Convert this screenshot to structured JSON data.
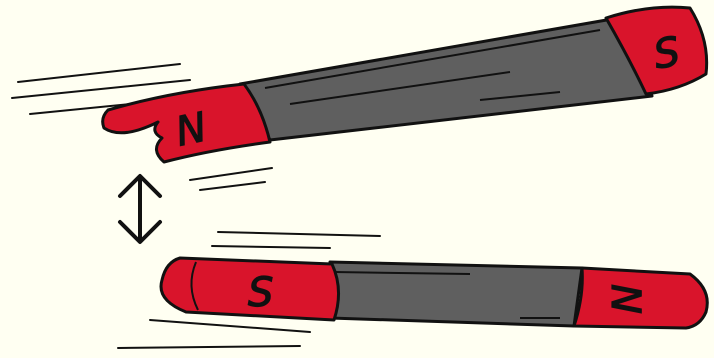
{
  "illustration": {
    "top_magnet": {
      "left_pole_label": "N",
      "right_pole_label": "S"
    },
    "bottom_magnet": {
      "left_pole_label": "S",
      "right_pole_label": "N"
    },
    "colors": {
      "background": "#fffff2",
      "pole": "#d9142b",
      "body": "#5f5f5f",
      "outline": "#111111"
    },
    "icons": [
      "double-headed-arrow-icon",
      "motion-lines"
    ]
  }
}
